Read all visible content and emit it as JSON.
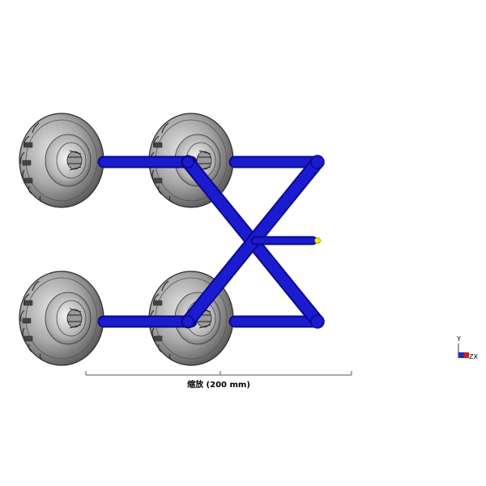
{
  "view": {
    "scale_text": "缩放 (200 mm)",
    "triad": {
      "y_label": "Y",
      "zx_label": "ZX"
    }
  },
  "colors": {
    "background": "#ffffff",
    "linkage": "#1a1ad8",
    "linkage_dark": "#0b0b8a",
    "tire": "#8c8c8c",
    "tire_light": "#d6d6d6",
    "tire_dark": "#3c3c3c",
    "marker": "#f0f000",
    "triad_red": "#d02020",
    "triad_blue": "#2030c8"
  },
  "icons": {
    "wheels": "tire-icon",
    "marker": "marker-point-icon",
    "triad": "axis-triad-icon"
  }
}
